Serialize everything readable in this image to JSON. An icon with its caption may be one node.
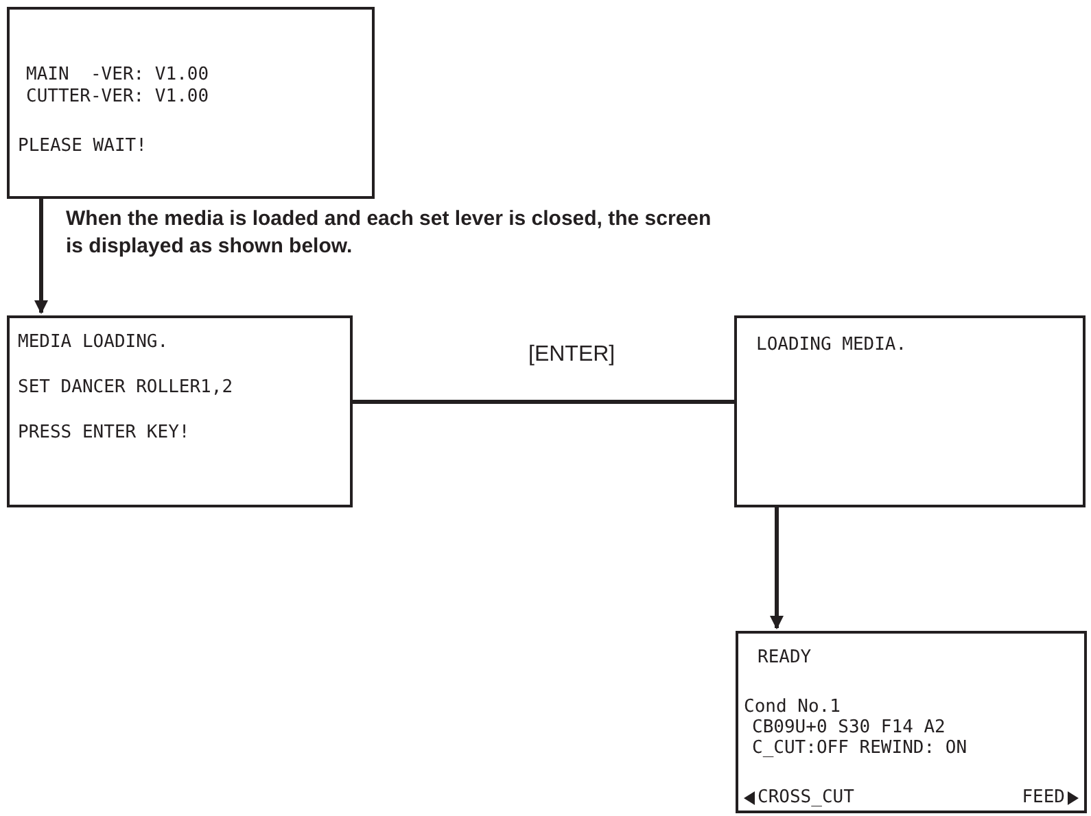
{
  "diagram": {
    "nodes": [
      {
        "text": [
          "MAIN  -VER: V1.00",
          "CUTTER-VER: V1.00",
          "PLEASE WAIT!"
        ]
      },
      {
        "text": [
          "MEDIA LOADING.",
          "SET DANCER ROLLER1,2",
          "PRESS ENTER KEY!"
        ]
      },
      {
        "text": [
          "LOADING MEDIA."
        ]
      },
      {
        "text": [
          "READY",
          "Cond No.1",
          "CB09U+0 S30 F14 A2",
          "C_CUT:OFF REWIND: ON",
          "CROSS_CUT",
          "FEED"
        ]
      }
    ],
    "edges": [
      {
        "from": 0,
        "to": 1,
        "arrow": "to",
        "label": "When the media is loaded and each set lever is closed, the screen is displayed as shown below."
      },
      {
        "from": 1,
        "to": 2,
        "arrow": "none",
        "label": "[ENTER]"
      },
      {
        "from": 2,
        "to": 3,
        "arrow": "to"
      }
    ]
  }
}
